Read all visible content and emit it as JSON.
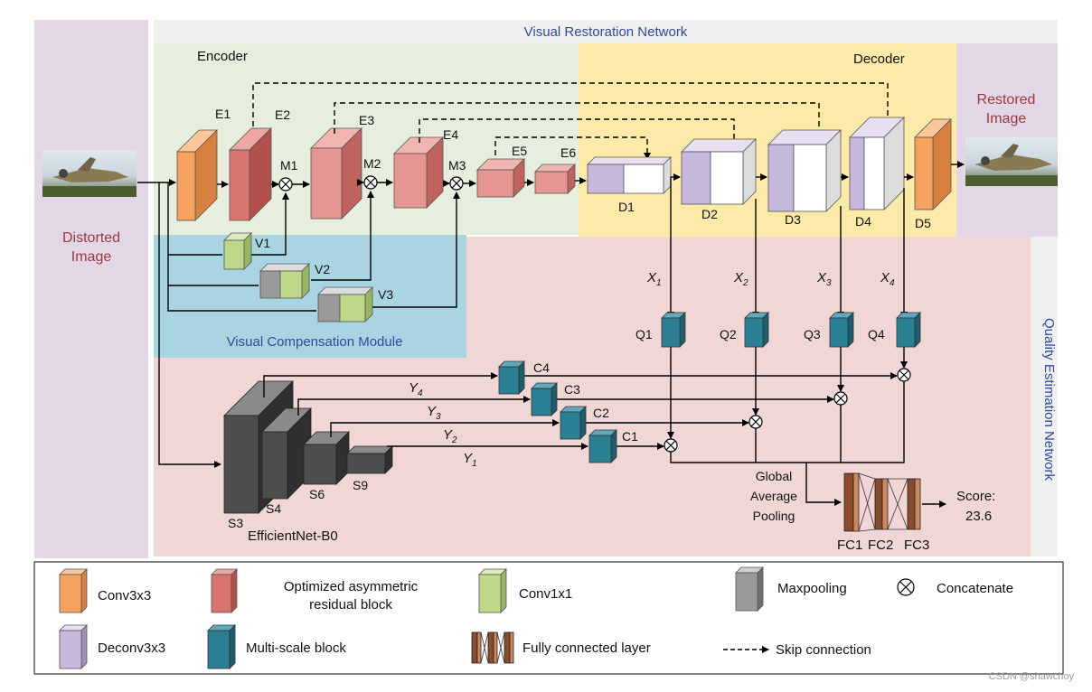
{
  "titles": {
    "visual_restoration_network": "Visual Restoration Network",
    "encoder": "Encoder",
    "decoder": "Decoder",
    "visual_compensation_module": "Visual Compensation Module",
    "quality_estimation_network": "Quality Estimation Network",
    "distorted_image_1": "Distorted",
    "distorted_image_2": "Image",
    "restored_image_1": "Restored",
    "restored_image_2": "Image"
  },
  "encoder_labels": {
    "e1": "E1",
    "e2": "E2",
    "e3": "E3",
    "e4": "E4",
    "e5": "E5",
    "e6": "E6"
  },
  "merge_labels": {
    "m1": "M1",
    "m2": "M2",
    "m3": "M3"
  },
  "vcm_labels": {
    "v1": "V1",
    "v2": "V2",
    "v3": "V3"
  },
  "decoder_labels": {
    "d1": "D1",
    "d2": "D2",
    "d3": "D3",
    "d4": "D4",
    "d5": "D5"
  },
  "feature_labels": {
    "x1": "X",
    "x2": "X",
    "x3": "X",
    "x4": "X",
    "y1": "Y",
    "y2": "Y",
    "y3": "Y",
    "y4": "Y"
  },
  "feature_subscripts": {
    "s1": "1",
    "s2": "2",
    "s3": "3",
    "s4": "4"
  },
  "q_labels": {
    "q1": "Q1",
    "q2": "Q2",
    "q3": "Q3",
    "q4": "Q4"
  },
  "c_labels": {
    "c1": "C1",
    "c2": "C2",
    "c3": "C3",
    "c4": "C4"
  },
  "s_labels": {
    "s3": "S3",
    "s4": "S4",
    "s6": "S6",
    "s9": "S9"
  },
  "backbone": "EfficientNet-B0",
  "gap": {
    "line1": "Global",
    "line2": "Average",
    "line3": "Pooling"
  },
  "fc_labels": {
    "fc1": "FC1",
    "fc2": "FC2",
    "fc3": "FC3"
  },
  "score": {
    "line1": "Score:",
    "line2": "23.6"
  },
  "legend": {
    "conv3x3": "Conv3x3",
    "oarb_1": "Optimized asymmetric",
    "oarb_2": "residual block",
    "conv1x1": "Conv1x1",
    "maxpooling": "Maxpooling",
    "concatenate": "Concatenate",
    "deconv3x3": "Deconv3x3",
    "multiscale": "Multi-scale block",
    "fc_layer": "Fully connected layer",
    "skip": "Skip connection"
  },
  "watermark": "CSDN @shawchoy",
  "colors": {
    "vcm_bg": "#e2d6e7",
    "encoder_bg": "#e6eedd",
    "decoder_bg": "#fde9a8",
    "vcm_module_bg": "#a9d5e3",
    "qen_bg": "#f0d7d6",
    "conv3x3": "#f5a25f",
    "oarb": "#d9736e",
    "conv1x1": "#bed88a",
    "maxpool": "#9a9a9a",
    "deconv": "#c6b9dd",
    "multiscale": "#2a7f93",
    "effnet": "#4d4d4d",
    "fc": "#8a4a2c"
  }
}
